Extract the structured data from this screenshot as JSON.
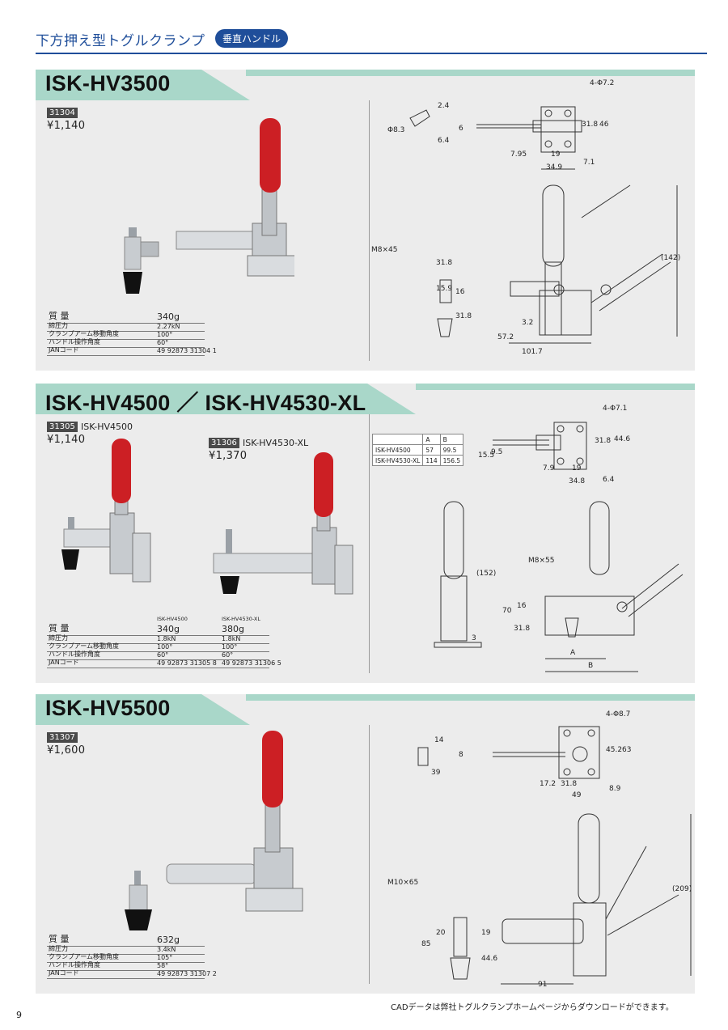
{
  "header": {
    "title": "下方押え型トグルクランプ",
    "badge": "垂直ハンドル"
  },
  "spec_labels": {
    "weight": "質 量",
    "force": "締圧力",
    "angle": "クランプアーム移動角度",
    "handle": "ハンドル操作角度",
    "jan": "JANコード"
  },
  "sections": [
    {
      "title": "ISK-HV3500",
      "products": [
        {
          "code": "31304",
          "name": "",
          "price": "¥1,140"
        }
      ],
      "specs": {
        "weight": "340g",
        "force": "2.27kN",
        "angle": "100°",
        "handle": "60°",
        "jan": "49 92873 31304 1"
      },
      "dims": {
        "hole": "4-Φ7.2",
        "d1": "2.4",
        "d2": "Φ8.3",
        "d3": "6.4",
        "d4": "6",
        "d5": "31.8",
        "d6": "46",
        "d7": "7.95",
        "d8": "19",
        "d9": "7.1",
        "d10": "34.9",
        "bolt": "M8×45",
        "d11": "31.8",
        "d12": "15.9",
        "d13": "16",
        "d14": "31.8",
        "d15": "3.2",
        "d16": "57.2",
        "d17": "101.7",
        "d18": "(142)"
      }
    },
    {
      "title": "ISK-HV4500 ／ ISK-HV4530-XL",
      "products": [
        {
          "code": "31305",
          "name": "ISK-HV4500",
          "price": "¥1,140"
        },
        {
          "code": "31306",
          "name": "ISK-HV4530-XL",
          "price": "¥1,370"
        }
      ],
      "spec_models": [
        "ISK-HV4500",
        "ISK-HV4530-XL"
      ],
      "specs": {
        "weight": "340g",
        "force": "1.8kN",
        "angle": "100°",
        "handle": "60°",
        "jan": "49 92873 31305 8"
      },
      "specs2": {
        "weight": "380g",
        "force": "1.8kN",
        "angle": "100°",
        "handle": "60°",
        "jan": "49 92873 31306 5"
      },
      "ab_table": {
        "headers": [
          "",
          "A",
          "B"
        ],
        "rows": [
          [
            "ISK-HV4500",
            "57",
            "99.5"
          ],
          [
            "ISK-HV4530-XL",
            "114",
            "156.5"
          ]
        ]
      },
      "dims": {
        "hole": "4-Φ7.1",
        "d1": "15.5",
        "d2": "9.5",
        "d3": "31.8",
        "d4": "44.6",
        "d5": "7.9",
        "d6": "19",
        "d7": "34.8",
        "d8": "6.4",
        "d9": "(152)",
        "d10": "3",
        "bolt": "M8×55",
        "d11": "70",
        "d12": "16",
        "d13": "31.8",
        "a": "A",
        "b": "B"
      }
    },
    {
      "title": "ISK-HV5500",
      "products": [
        {
          "code": "31307",
          "name": "",
          "price": "¥1,600"
        }
      ],
      "specs": {
        "weight": "632g",
        "force": "3.4kN",
        "angle": "105°",
        "handle": "58°",
        "jan": "49 92873 31307 2"
      },
      "dims": {
        "hole": "4-Φ8.7",
        "d1": "14",
        "d2": "8",
        "d3": "45.2",
        "d4": "63",
        "d5": "39",
        "d6": "17.2",
        "d7": "31.8",
        "d8": "49",
        "d9": "8.9",
        "bolt": "M10×65",
        "d10": "20",
        "d11": "19",
        "d12": "85",
        "d13": "44.6",
        "d14": "91",
        "d15": "(209)"
      }
    }
  ],
  "footnote": "CADデータは弊社トグルクランプホームページからダウンロードができます。",
  "page_number": "9",
  "colors": {
    "brand_blue": "#1f4e9a",
    "banner_green": "#a9d7c9",
    "panel_gray": "#ececec",
    "grip_red": "#cc1f24"
  }
}
